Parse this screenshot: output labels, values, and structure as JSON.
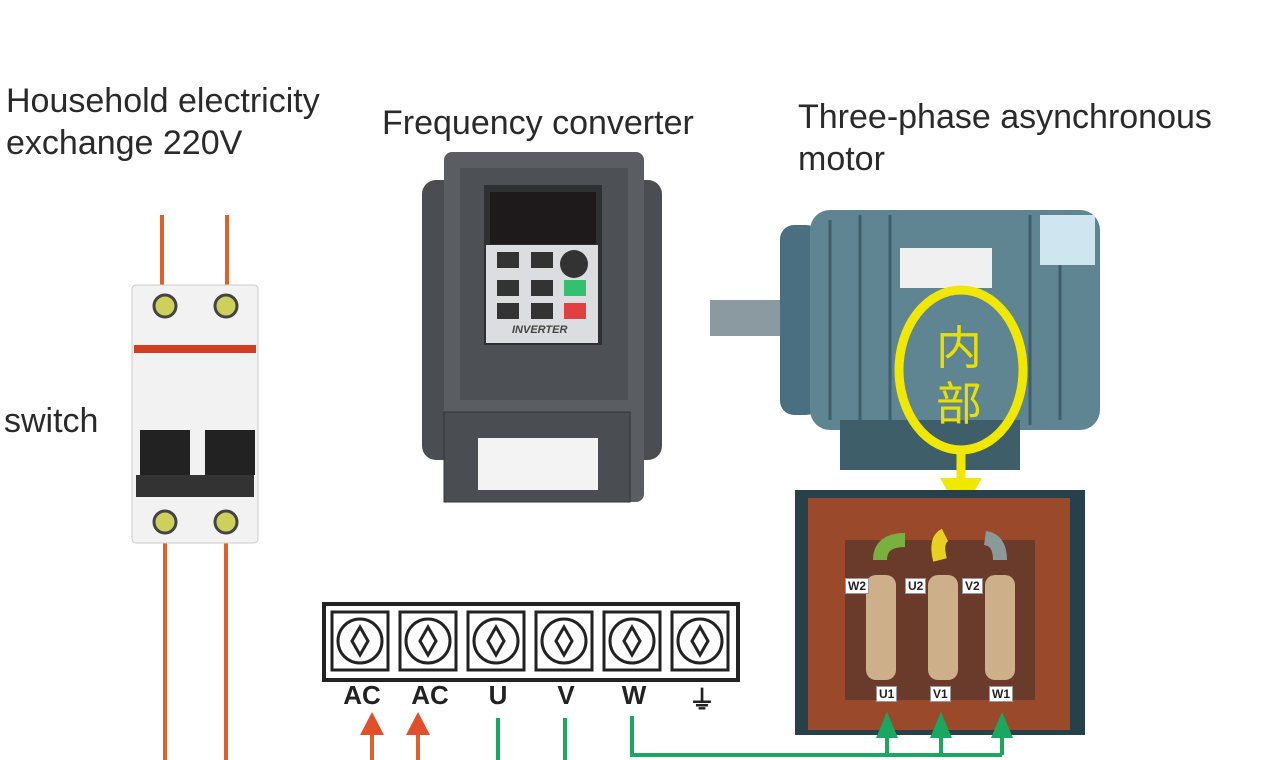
{
  "labels": {
    "household_line1": "Household electricity",
    "household_line2": "exchange 220V",
    "converter": "Frequency converter",
    "motor_line1": "Three-phase asynchronous",
    "motor_line2": "motor",
    "switch": "switch"
  },
  "inverter": {
    "brand": "INVERTER"
  },
  "motor_callout": {
    "char1": "内",
    "char2": "部"
  },
  "terminal_block": {
    "terminals": [
      "AC",
      "AC",
      "U",
      "V",
      "W",
      "⏚"
    ]
  },
  "motor_terminals": {
    "top": [
      "W2",
      "U2",
      "V2"
    ],
    "bottom": [
      "U1",
      "V1",
      "W1"
    ]
  },
  "colors": {
    "input_wire": "#e0602a",
    "output_wire": "#1aa860",
    "callout": "#f0e800"
  }
}
